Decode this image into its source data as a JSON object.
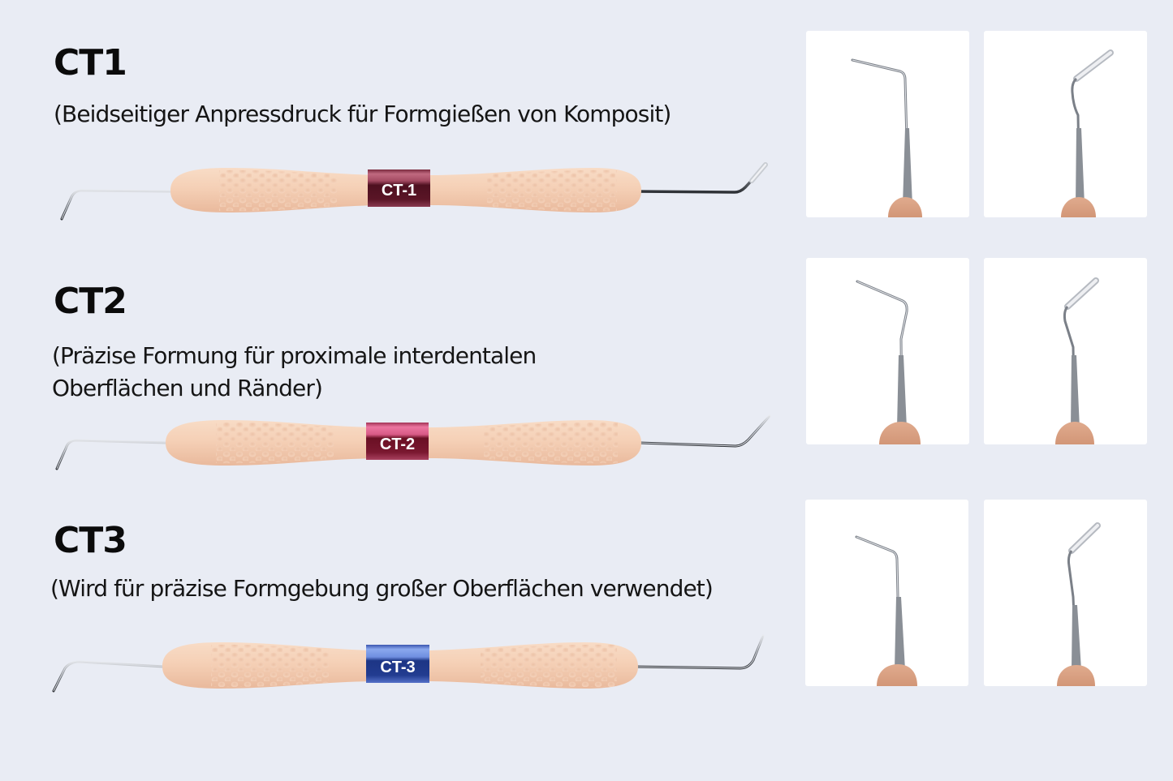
{
  "products": [
    {
      "id": "ct1",
      "title": "CT1",
      "description_lines": [
        "(Beidseitiger Anpressdruck für Formgießen von Komposit)"
      ],
      "band_label": "CT-1",
      "band_color_top": "#c06a80",
      "band_color_bottom": "#5a1526",
      "detail_images": [
        {
          "name": "ct1-tip-left-closeup",
          "tip": "thin-bent-probe"
        },
        {
          "name": "ct1-tip-right-closeup",
          "tip": "flat-angled-paddle"
        }
      ]
    },
    {
      "id": "ct2",
      "title": "CT2",
      "description_lines": [
        "(Präzise Formung für proximale interdentalen",
        "Oberflächen und Ränder)"
      ],
      "band_label": "CT-2",
      "band_color_top": "#e06890",
      "band_color_bottom": "#6a1024",
      "detail_images": [
        {
          "name": "ct2-tip-left-closeup",
          "tip": "thin-bent-probe"
        },
        {
          "name": "ct2-tip-right-closeup",
          "tip": "flat-angled-paddle"
        }
      ]
    },
    {
      "id": "ct3",
      "title": "CT3",
      "description_lines": [
        "(Wird für präzise Formgebung großer Oberflächen verwendet)"
      ],
      "band_label": "CT-3",
      "band_color_top": "#7d9ce6",
      "band_color_bottom": "#1d3585",
      "detail_images": [
        {
          "name": "ct3-tip-left-closeup",
          "tip": "thin-bent-probe"
        },
        {
          "name": "ct3-tip-right-closeup",
          "tip": "flat-angled-paddle"
        }
      ]
    }
  ],
  "colors": {
    "background": "#e9ecf4",
    "handle": "#f4cdb2",
    "handle_dimple": "#e8b89c",
    "steel": "#8a8f96",
    "card": "#ffffff",
    "card_handle": "#d9a083"
  }
}
